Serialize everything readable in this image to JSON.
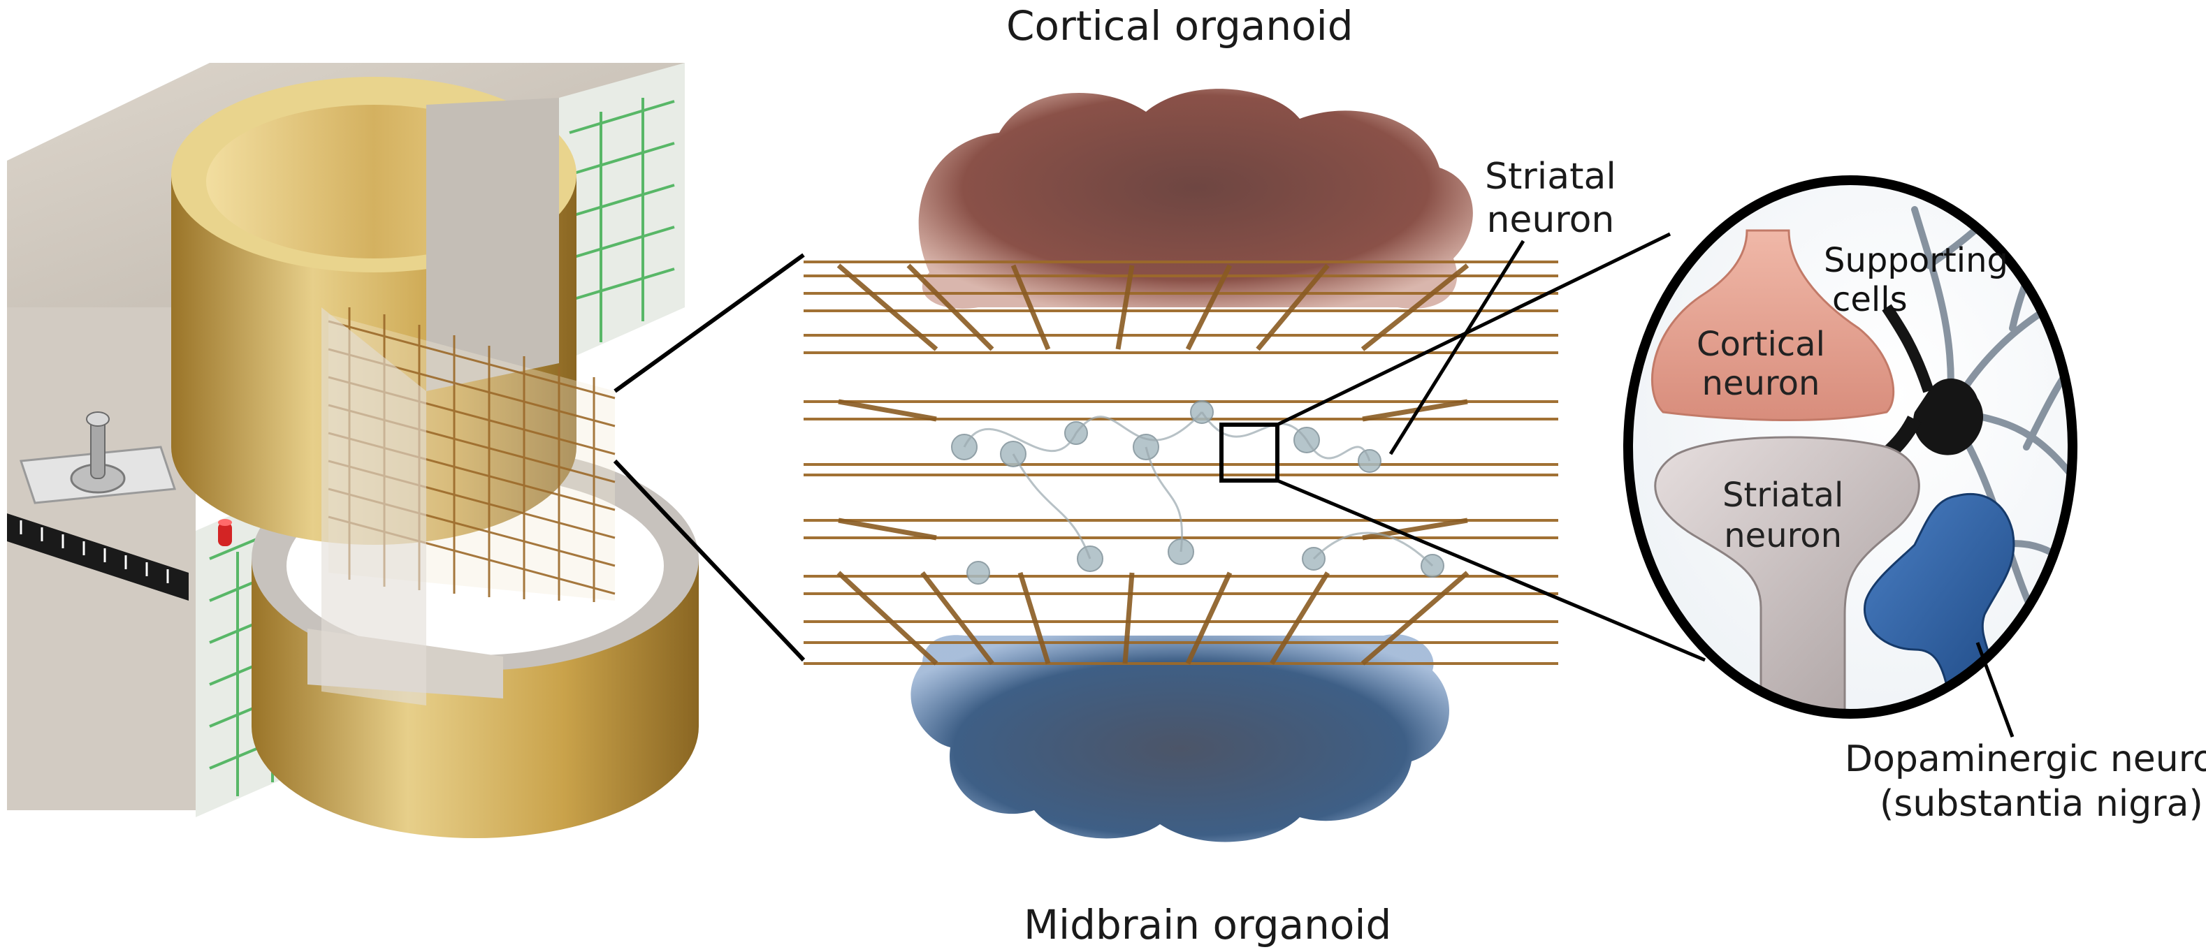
{
  "labels": {
    "cortical_organoid": "Cortical organoid",
    "midbrain_organoid": "Midbrain organoid",
    "striatal_neuron_callout": [
      "Striatal",
      "neuron"
    ],
    "supporting_cells": [
      "Supporting",
      "cells"
    ],
    "cortical_neuron": [
      "Cortical",
      "neuron"
    ],
    "striatal_neuron_inset": [
      "Striatal",
      "neuron"
    ],
    "dopaminergic_neuron": [
      "Dopaminergic neuron",
      "(substantia nigra)"
    ]
  },
  "colors": {
    "device_body": "#cfc7bd",
    "device_side": "#b8b0a6",
    "gold": "#c9a24a",
    "gold_light": "#e7cf8a",
    "gold_dark": "#9a7428",
    "circuit_green": "#3fae52",
    "electrode_mesh": "#9c6a2a",
    "cortical_organoid": "#8a5148",
    "midbrain_organoid": "#3e5f86",
    "cortical_neuron": "#e2a394",
    "striatal_neuron": "#c9bfbf",
    "dopaminergic_neuron": "#2e5fa0",
    "supporting_cell": "#1c1c1c",
    "inset_border": "#000000"
  },
  "icons": [
    "toggle-switch-icon",
    "led-indicator-icon",
    "ruler-scale-icon"
  ]
}
